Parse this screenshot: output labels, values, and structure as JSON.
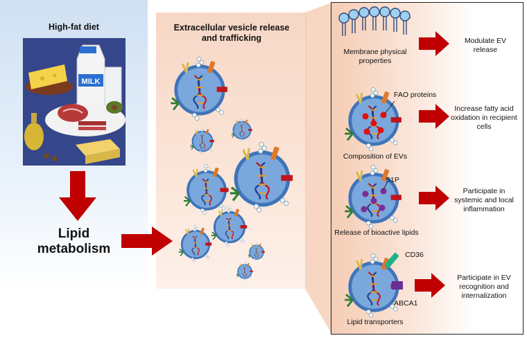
{
  "left": {
    "title": "High-fat diet",
    "food_label": "MILK",
    "result_line1": "Lipid",
    "result_line2": "metabolism"
  },
  "middle": {
    "title_line1": "Extracellular vesicle release",
    "title_line2": "and trafficking"
  },
  "rows": [
    {
      "label_line1": "Membrane physical",
      "label_line2": "properties",
      "effect": [
        "Modulate EV",
        "release"
      ]
    },
    {
      "label_line1": "Composition of EVs",
      "label_line2": "",
      "tag": "FAO proteins",
      "effect": [
        "Increase fatty acid",
        "oxidation in recipient",
        "cells"
      ]
    },
    {
      "label_line1": "Release of bioactive lipids",
      "label_line2": "",
      "tag": "S1P",
      "effect": [
        "Participate in",
        "systemic and local",
        "inflammation"
      ]
    },
    {
      "label_line1": "Lipid transporters",
      "label_line2": "",
      "tag": "CD36",
      "tag2": "ABCA1",
      "effect": [
        "Participate in EV",
        "recognition and",
        "internalization"
      ]
    }
  ],
  "colors": {
    "arrow": "#c00000",
    "vesicle": "#4a7fc1",
    "vesicle_fill": "#7aa7dc",
    "orange_marker": "#e0782a",
    "red_marker": "#c0161b",
    "green_marker": "#2f7d32",
    "yellow_marker": "#d8b64a",
    "fao_dot": "#e01010",
    "s1p_dot": "#7a2d95",
    "cd36": "#1db38a",
    "abca1": "#6a2f96"
  }
}
